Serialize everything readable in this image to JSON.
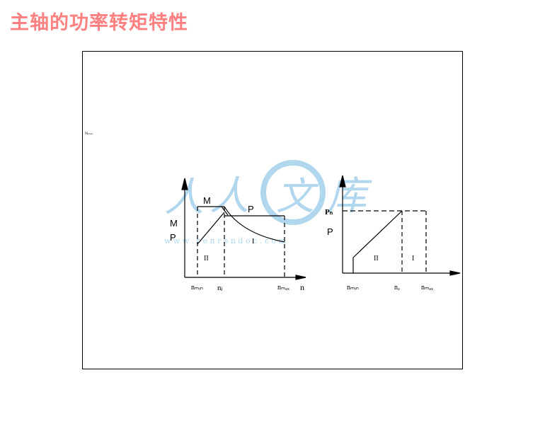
{
  "title": "主轴的功率转矩特性",
  "small_note": "Nₘₐₓ",
  "watermark": {
    "text": "人人文库",
    "url": "w w w . r e n r e n d o c . c o m",
    "color": "#a9d3ee"
  },
  "left_diagram": {
    "axis_y_label_M": "M",
    "axis_y_label_P": "P",
    "curve_label_M": "M",
    "curve_label_P": "P",
    "region_2": "II",
    "region_1": "I",
    "x_label_min": "nₘᵢₙ",
    "x_label_j": "nⱼ",
    "x_label_max": "nₘₐₓ",
    "x_axis_label": "n"
  },
  "right_diagram": {
    "y_label_Pn": "Pₙ",
    "y_label_P": "P",
    "region_2": "II",
    "region_1": "I",
    "x_label_min": "nₘᵢₙ",
    "x_label_d": "nₔ",
    "x_label_max": "nₘₐₓ"
  }
}
